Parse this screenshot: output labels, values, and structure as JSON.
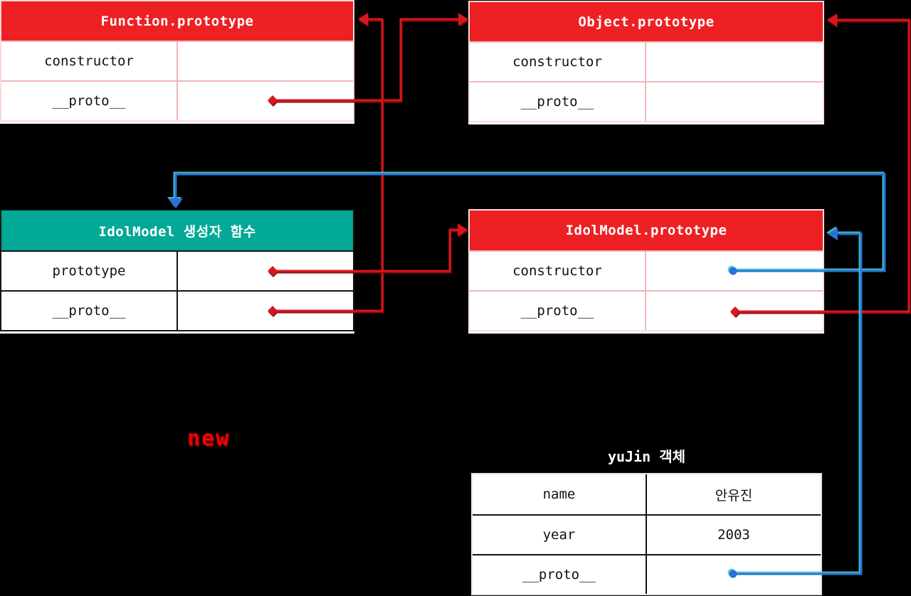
{
  "colors": {
    "bg": "#000000",
    "red_header": "#ed2024",
    "teal": "#02a996",
    "line_red": "#d8161d",
    "line_red_shadow": "#8a0a0a",
    "line_blue": "#2e6fdb",
    "line_blue_accent": "#43d3cb",
    "border_pink": "#f2b6b6",
    "border_dark": "#141414",
    "text_white": "#ffffff",
    "text_black": "#111111",
    "new_red": "#f40000"
  },
  "tables": {
    "function_prototype": {
      "title": "Function.prototype",
      "rows": [
        {
          "key": "constructor",
          "value": ""
        },
        {
          "key": "__proto__",
          "value": ""
        }
      ]
    },
    "object_prototype": {
      "title": "Object.prototype",
      "rows": [
        {
          "key": "constructor",
          "value": ""
        },
        {
          "key": "__proto__",
          "value": ""
        }
      ]
    },
    "idolmodel_constructor": {
      "title": "IdolModel 생성자 함수",
      "rows": [
        {
          "key": "prototype",
          "value": ""
        },
        {
          "key": "__proto__",
          "value": ""
        }
      ]
    },
    "idolmodel_prototype": {
      "title": "IdolModel.prototype",
      "rows": [
        {
          "key": "constructor",
          "value": ""
        },
        {
          "key": "__proto__",
          "value": ""
        }
      ]
    },
    "yujin_object": {
      "title": "yuJin 객체",
      "rows": [
        {
          "key": "name",
          "value": "안유진"
        },
        {
          "key": "year",
          "value": "2003"
        },
        {
          "key": "__proto__",
          "value": ""
        }
      ]
    }
  },
  "annotations": {
    "new_label": "new"
  },
  "connections": {
    "red": [
      {
        "from": "Function.prototype.__proto__",
        "to": "Object.prototype"
      },
      {
        "from": "IdolModel 생성자 함수.__proto__",
        "to": "Function.prototype"
      },
      {
        "from": "IdolModel 생성자 함수.prototype",
        "to": "IdolModel.prototype"
      },
      {
        "from": "IdolModel.prototype.__proto__",
        "to": "Object.prototype"
      }
    ],
    "blue": [
      {
        "from": "IdolModel.prototype.constructor",
        "to": "IdolModel 생성자 함수"
      },
      {
        "from": "yuJin 객체.__proto__",
        "to": "IdolModel.prototype"
      }
    ]
  }
}
